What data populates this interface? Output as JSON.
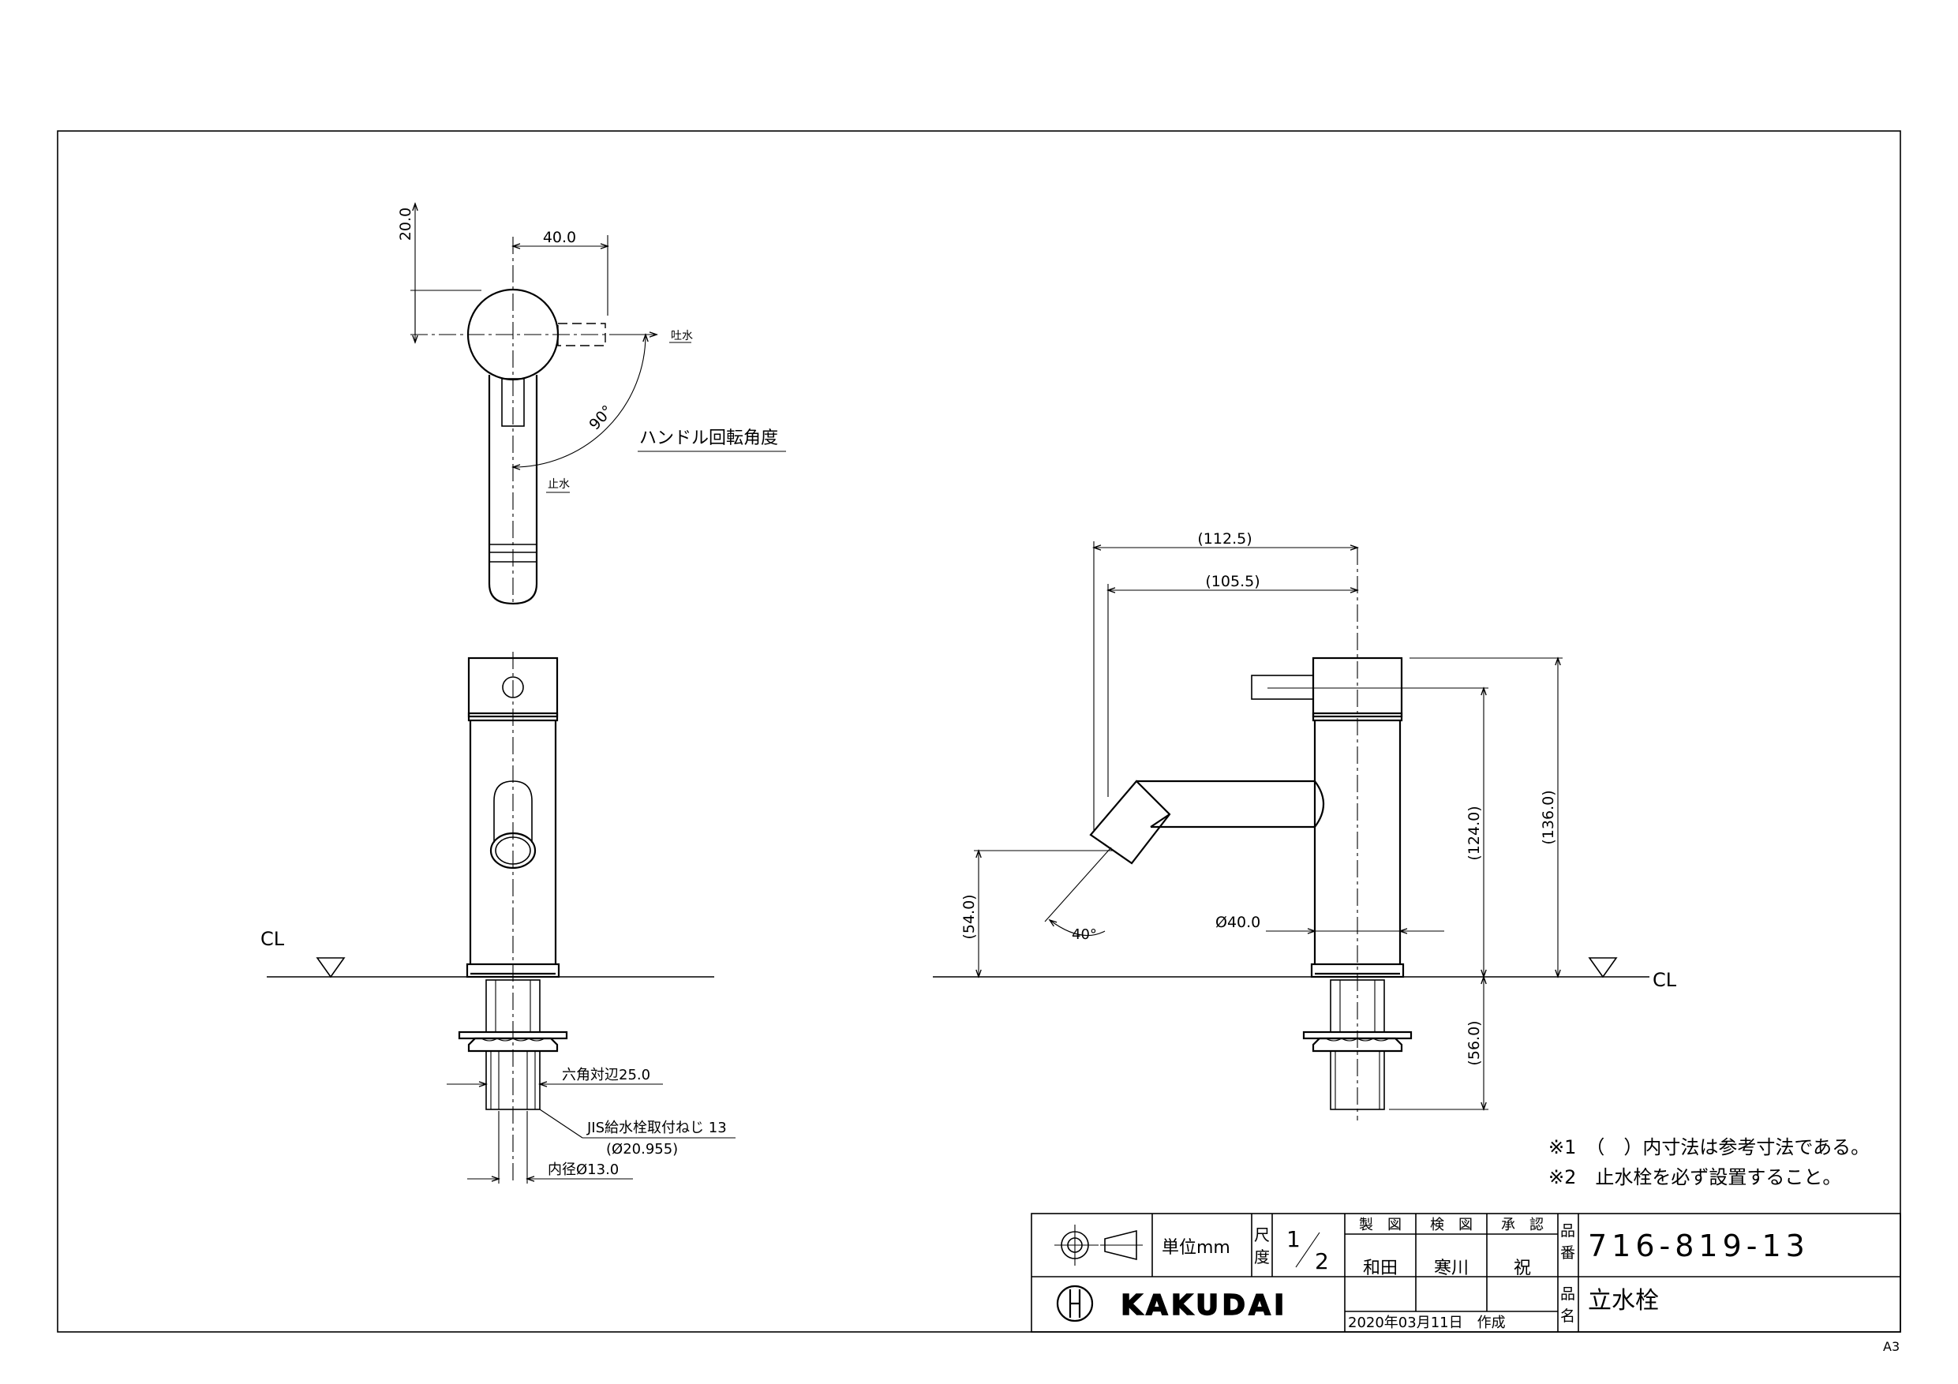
{
  "top_view": {
    "dim_length": "20.0",
    "dim_width": "40.0",
    "label_spout": "吐水",
    "label_stop": "止水",
    "angle": "90°",
    "handle_note": "ハンドル回転角度"
  },
  "front_view": {
    "cl": "CL",
    "hex": "六角対辺25.0",
    "thread_line1": "JIS給水栓取付ねじ 13",
    "thread_line2": "(Ø20.955)",
    "inner_dia": "内径Ø13.0"
  },
  "side_view": {
    "dim_reach_total": "(112.5)",
    "dim_reach": "(105.5)",
    "dim_spout_height": "(54.0)",
    "dim_angle": "40°",
    "dim_body_dia": "Ø40.0",
    "dim_handle_height": "(124.0)",
    "dim_total_height": "(136.0)",
    "dim_below": "(56.0)",
    "cl": "CL"
  },
  "notes": [
    "※1　（　）内寸法は参考寸法である。",
    "※2　止水栓を必ず設置すること。"
  ],
  "title_block": {
    "unit": "単位mm",
    "scale_label_1": "尺",
    "scale_label_2": "度",
    "scale_num": "1",
    "scale_den": "2",
    "drawn": "製　図",
    "checked": "検　図",
    "approved": "承　認",
    "drawn_by": "和田",
    "checked_by": "寒川",
    "approved_by": "祝",
    "code_label_1": "品",
    "code_label_2": "番",
    "name_label_1": "品",
    "name_label_2": "名",
    "product_code": "716-819-13",
    "product_name": "立水栓",
    "logo_text": "KAKUDAI",
    "date": "2020年03月11日　作成"
  },
  "sheet_size": "A3"
}
